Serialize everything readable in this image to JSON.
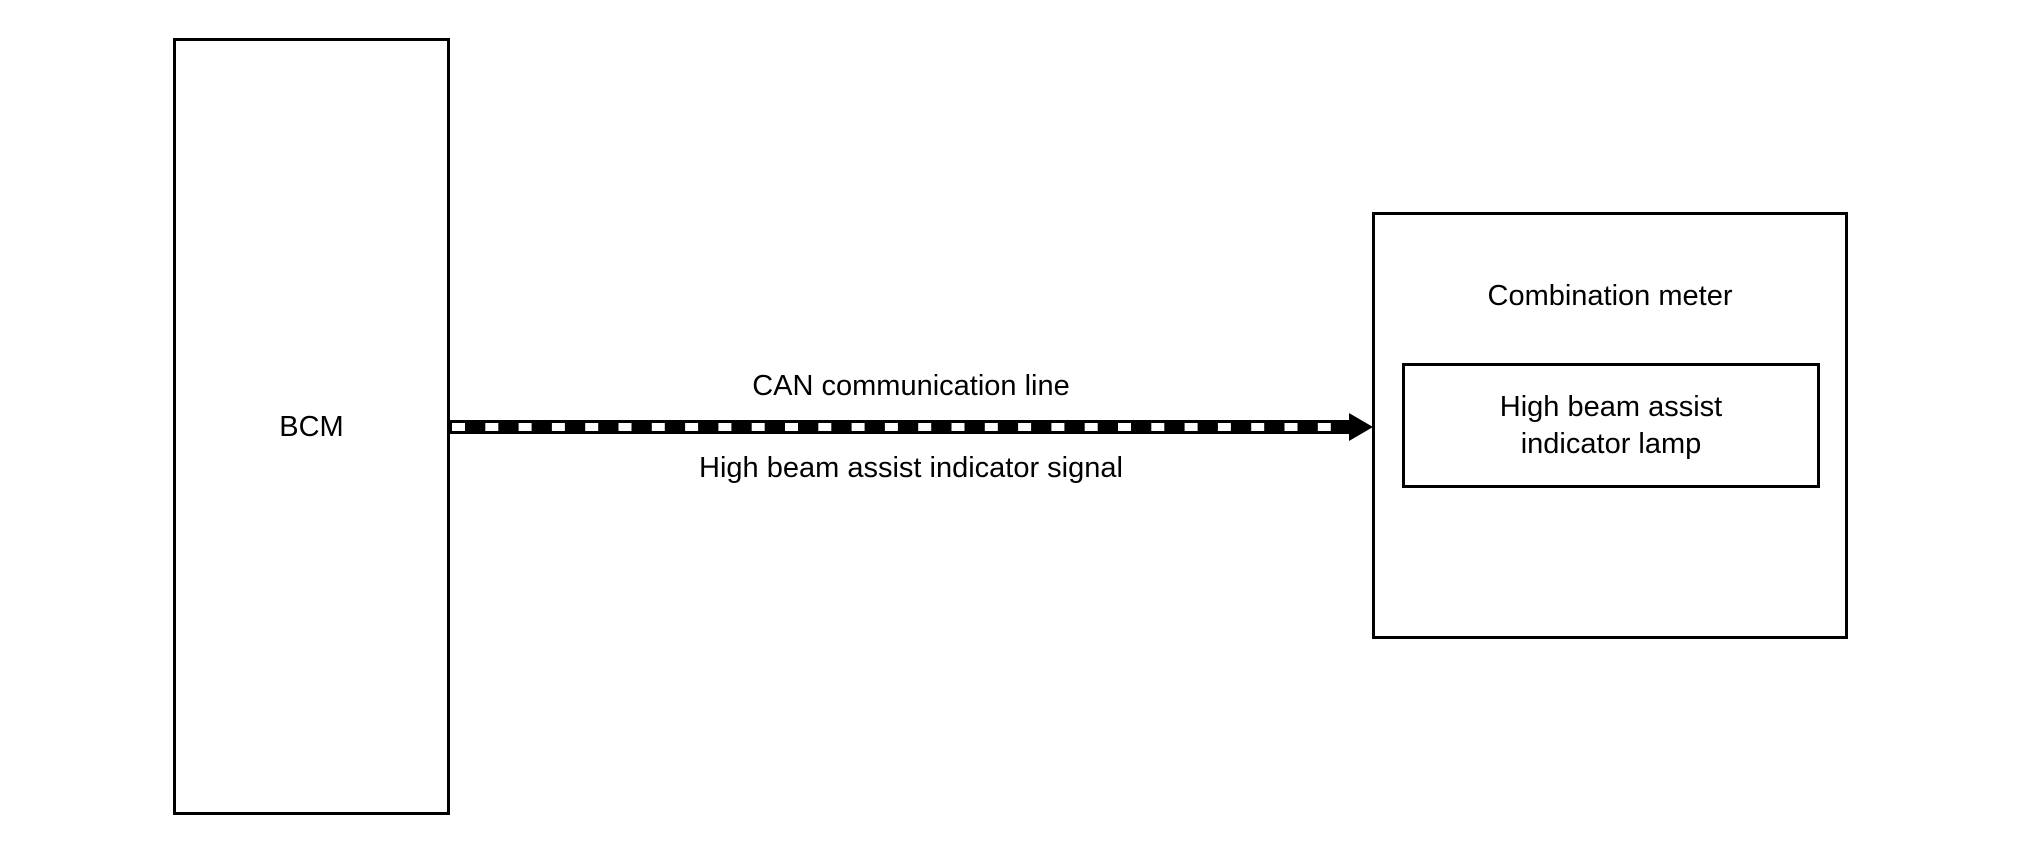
{
  "diagram": {
    "title": "High beam assist indicator signal path",
    "nodes": {
      "bcm": {
        "label": "BCM"
      },
      "combination_meter": {
        "label": "Combination meter",
        "children": {
          "indicator_lamp": {
            "label_lines": [
              "High beam assist",
              "indicator lamp"
            ]
          }
        }
      }
    },
    "connection": {
      "from": "BCM",
      "to": "Combination meter",
      "line_type": "CAN communication line",
      "line_label": "CAN communication line",
      "signal_label": "High beam assist indicator signal",
      "style": "dashed-communication-arrow"
    },
    "colors": {
      "stroke": "#000000",
      "background": "#ffffff",
      "dash_gap": "#ffffff"
    }
  }
}
